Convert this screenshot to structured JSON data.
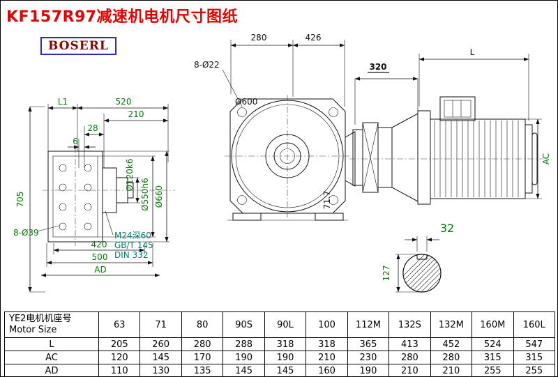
{
  "page": {
    "title": "KF157R97减速机电机尺寸图纸",
    "logo": "BOSERL"
  },
  "front_view": {
    "dim_280": "280",
    "dim_426": "426",
    "dim_bolt": "8-Ø22",
    "dim_dia": "Ø600",
    "dim_angle": "71.7"
  },
  "motor_view": {
    "dim_320": "320",
    "dim_length": "L",
    "dim_ac": "AC"
  },
  "shaft_view": {
    "dim_32": "32",
    "dim_127": "127"
  },
  "flange_view": {
    "dim_l1": "L1",
    "dim_520": "520",
    "dim_210": "210",
    "dim_28": "28",
    "dim_6": "6",
    "dim_705": "705",
    "dim_bolt": "8-Ø39",
    "dim_420": "420",
    "dim_500": "500",
    "dim_ad": "AD",
    "dim_d120": "Ø120k6",
    "dim_d550": "Ø550h6",
    "dim_d660": "Ø660",
    "note_1": "M24深60",
    "note_2": "GB/T 145",
    "note_3": "DIN 332"
  },
  "table": {
    "header_cn": "YE2电机机座号",
    "header_en": "Motor Size",
    "columns": [
      "63",
      "71",
      "80",
      "90S",
      "90L",
      "100",
      "112M",
      "132S",
      "132M",
      "160M",
      "160L"
    ],
    "rows": [
      {
        "label": "L",
        "values": [
          "205",
          "260",
          "280",
          "288",
          "318",
          "318",
          "365",
          "413",
          "452",
          "524",
          "547"
        ]
      },
      {
        "label": "AC",
        "values": [
          "120",
          "145",
          "170",
          "190",
          "190",
          "210",
          "230",
          "280",
          "280",
          "315",
          "315"
        ]
      },
      {
        "label": "AD",
        "values": [
          "110",
          "130",
          "135",
          "145",
          "145",
          "160",
          "190",
          "210",
          "210",
          "255",
          "255"
        ]
      }
    ]
  }
}
